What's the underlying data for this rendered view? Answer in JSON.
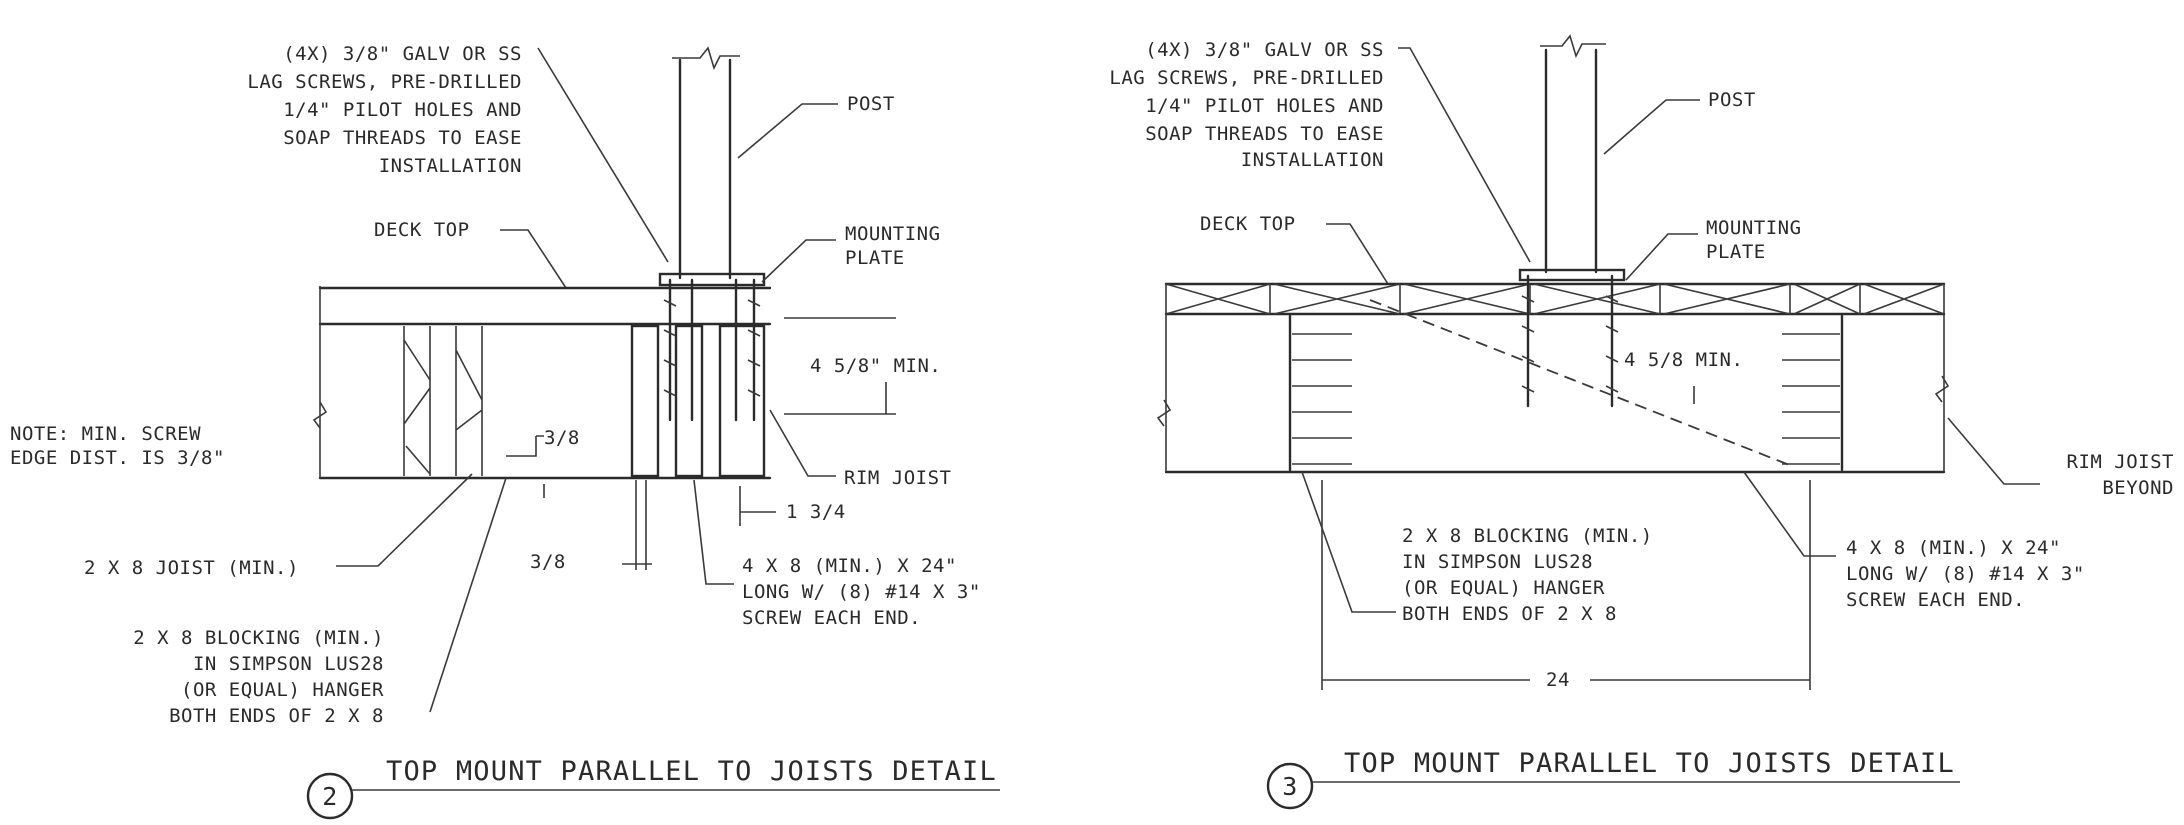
{
  "left_detail": {
    "lag_screw_note": [
      "(4X) 3/8\" GALV OR SS",
      "LAG SCREWS, PRE-DRILLED",
      "1/4\" PILOT HOLES AND",
      "SOAP THREADS TO EASE",
      "INSTALLATION"
    ],
    "post_label": "POST",
    "deck_top_label": "DECK TOP",
    "mounting_plate_label": [
      "MOUNTING",
      "PLATE"
    ],
    "min_depth_label": "4 5/8\" MIN.",
    "note": [
      "NOTE: MIN. SCREW",
      "EDGE DIST. IS 3/8\""
    ],
    "edge_dim_label": "3/8",
    "rim_joist_label": "RIM JOIST",
    "width_dim_label": "1 3/4",
    "joist_label": "2 X 8 JOIST (MIN.)",
    "gap_dim_label": "3/8",
    "blocking_member_note": [
      "4 X 8 (MIN.) X 24\"",
      "LONG W/ (8) #14 X 3\"",
      "SCREW EACH END."
    ],
    "blocking_note": [
      "2 X 8 BLOCKING (MIN.)",
      "IN SIMPSON LUS28",
      "(OR EQUAL) HANGER",
      "BOTH ENDS OF 2 X 8"
    ],
    "detail_number": "2",
    "detail_title": "TOP MOUNT PARALLEL TO JOISTS DETAIL"
  },
  "right_detail": {
    "lag_screw_note": [
      "(4X) 3/8\" GALV OR SS",
      "LAG SCREWS, PRE-DRILLED",
      "1/4\" PILOT HOLES AND",
      "SOAP THREADS TO EASE",
      "INSTALLATION"
    ],
    "post_label": "POST",
    "deck_top_label": "DECK TOP",
    "mounting_plate_label": [
      "MOUNTING",
      "PLATE"
    ],
    "min_depth_label": "4 5/8 MIN.",
    "rim_joist_label": [
      "RIM JOIST",
      "BEYOND"
    ],
    "blocking_note": [
      "2 X 8 BLOCKING (MIN.)",
      "IN SIMPSON LUS28",
      "(OR EQUAL) HANGER",
      "BOTH ENDS OF 2 X 8"
    ],
    "blocking_member_note": [
      "4 X 8 (MIN.) X 24\"",
      "LONG W/ (8) #14 X 3\"",
      "SCREW EACH END."
    ],
    "span_dim_label": "24",
    "detail_number": "3",
    "detail_title": "TOP MOUNT PARALLEL TO JOISTS DETAIL"
  }
}
